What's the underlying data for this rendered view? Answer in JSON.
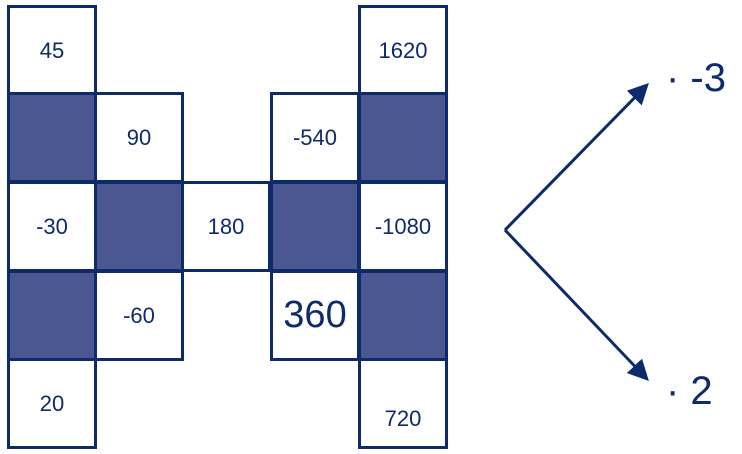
{
  "grid": {
    "cells": [
      {
        "col": 0,
        "row": 0,
        "text": "45",
        "filled": false
      },
      {
        "col": 0,
        "row": 1,
        "text": "",
        "filled": true
      },
      {
        "col": 0,
        "row": 2,
        "text": "-30",
        "filled": false
      },
      {
        "col": 0,
        "row": 3,
        "text": "",
        "filled": true
      },
      {
        "col": 0,
        "row": 4,
        "text": "20",
        "filled": false
      },
      {
        "col": 1,
        "row": 1,
        "text": "90",
        "filled": false
      },
      {
        "col": 1,
        "row": 2,
        "text": "",
        "filled": true
      },
      {
        "col": 1,
        "row": 3,
        "text": "-60",
        "filled": false
      },
      {
        "col": 2,
        "row": 2,
        "text": "180",
        "filled": false
      },
      {
        "col": 3,
        "row": 1,
        "text": "-540",
        "filled": false
      },
      {
        "col": 3,
        "row": 2,
        "text": "",
        "filled": true
      },
      {
        "col": 3,
        "row": 3,
        "text": "360",
        "filled": false,
        "emphasis": true
      },
      {
        "col": 4,
        "row": 0,
        "text": "1620",
        "filled": false
      },
      {
        "col": 4,
        "row": 1,
        "text": "",
        "filled": true
      },
      {
        "col": 4,
        "row": 2,
        "text": "-1080",
        "filled": false
      },
      {
        "col": 4,
        "row": 3,
        "text": "",
        "filled": true
      },
      {
        "col": 4,
        "row": 4,
        "text": "720",
        "filled": false
      }
    ]
  },
  "multipliers": {
    "upper": "· -3",
    "lower": "· 2"
  },
  "colors": {
    "ink": "#0d2a6b",
    "fill": "#4b5790"
  }
}
